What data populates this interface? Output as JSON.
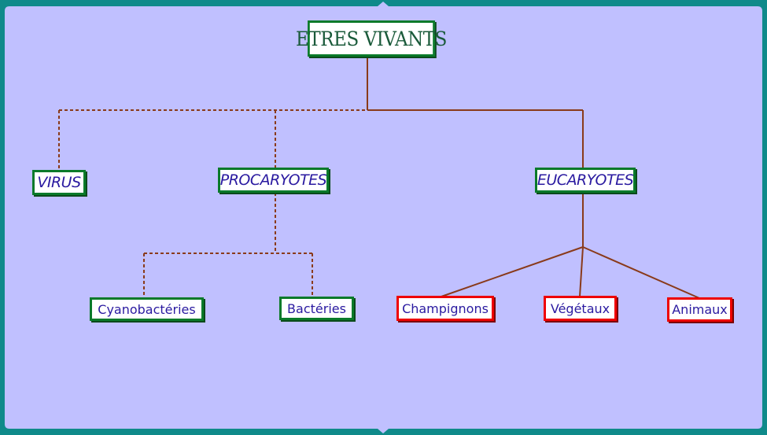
{
  "diagram": {
    "root": "ETRES VIVANTS",
    "virus": "VIRUS",
    "procaryotes": "PROCARYOTES",
    "eucaryotes": "EUCARYOTES",
    "cyanobacteries": "Cyanobactéries",
    "bacteries": "Bactéries",
    "champignons": "Champignons",
    "vegetaux": "Végétaux",
    "animaux": "Animaux"
  },
  "colors": {
    "background": "#0f8a8a",
    "panel": "#c0c0ff",
    "node_fill": "#ffffff",
    "node_border_green": "#0a7a2a",
    "node_border_red": "#ee0000",
    "text_blue": "#2a1aa0",
    "connector": "#8a3a1a"
  }
}
